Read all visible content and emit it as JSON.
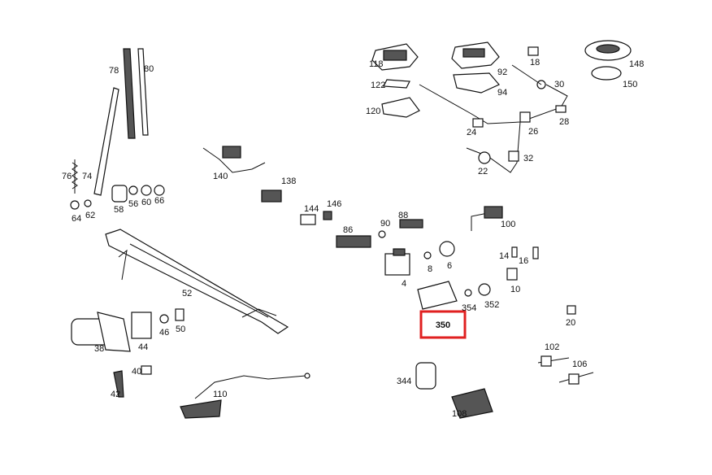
{
  "diagram": {
    "highlight": {
      "label": "350",
      "color": "#e02020"
    },
    "labels": {
      "p118": "118",
      "p92": "92",
      "p18": "18",
      "p148": "148",
      "p150": "150",
      "p122": "122",
      "p94": "94",
      "p30": "30",
      "p120": "120",
      "p24": "24",
      "p26": "26",
      "p28": "28",
      "p22": "22",
      "p32": "32",
      "p78": "78",
      "p80": "80",
      "p140": "140",
      "p138": "138",
      "p76": "76",
      "p74": "74",
      "p64": "64",
      "p62": "62",
      "p58": "58",
      "p56": "56",
      "p60": "60",
      "p66": "66",
      "p144": "144",
      "p146": "146",
      "p86": "86",
      "p90": "90",
      "p88": "88",
      "p100": "100",
      "p14": "14",
      "p16": "16",
      "p10": "10",
      "p8": "8",
      "p6": "6",
      "p4": "4",
      "p52": "52",
      "p354": "354",
      "p352": "352",
      "p20": "20",
      "p38": "38",
      "p44": "44",
      "p46": "46",
      "p50": "50",
      "p40": "40",
      "p42": "42",
      "p110": "110",
      "p344": "344",
      "p108": "108",
      "p102": "102",
      "p106": "106"
    }
  }
}
